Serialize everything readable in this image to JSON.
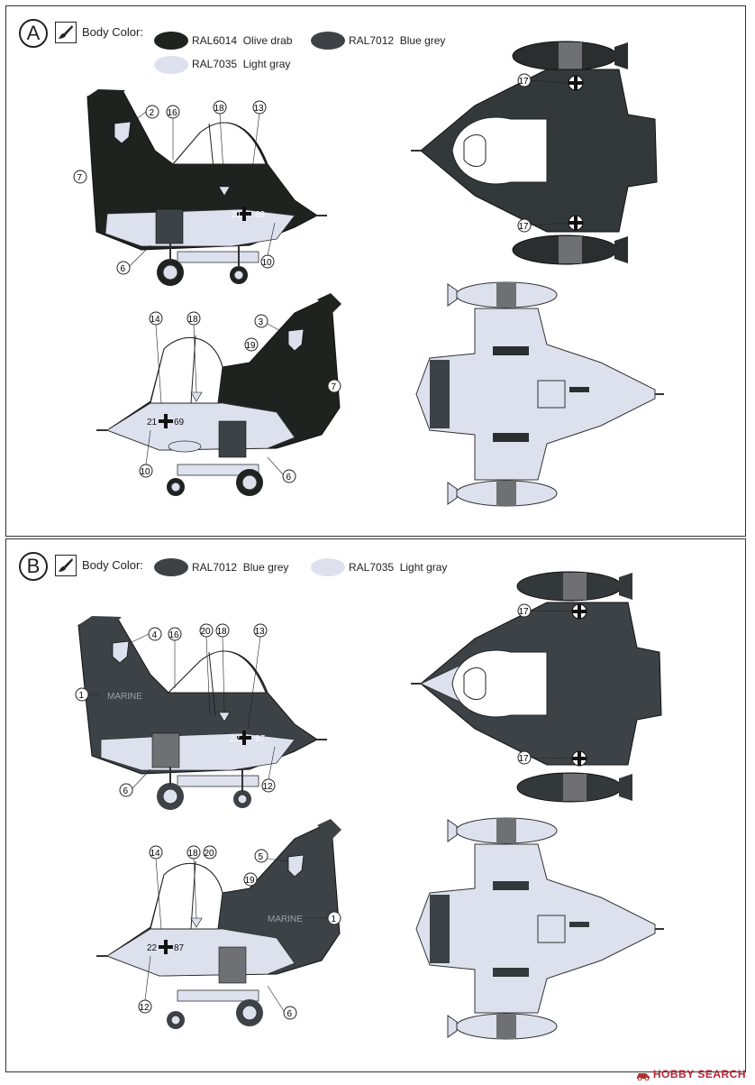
{
  "body_color_label": "Body Color:",
  "scheme_a": {
    "letter": "A",
    "colors": [
      {
        "code": "RAL6014",
        "name": "Olive drab",
        "hex": "#1f2320"
      },
      {
        "code": "RAL7012",
        "name": "Blue grey",
        "hex": "#3d4246"
      },
      {
        "code": "RAL7035",
        "name": "Light gray",
        "hex": "#dde1ee"
      }
    ],
    "callouts_left": [
      "2",
      "16",
      "18",
      "13",
      "7",
      "6",
      "10"
    ],
    "callouts_right": [
      "14",
      "18",
      "3",
      "19",
      "7",
      "10",
      "6"
    ],
    "callouts_top": [
      "17",
      "17"
    ],
    "fuselage_code_left": "21",
    "fuselage_code_right": "69"
  },
  "scheme_b": {
    "letter": "B",
    "colors": [
      {
        "code": "RAL7012",
        "name": "Blue grey",
        "hex": "#3d4246"
      },
      {
        "code": "RAL7035",
        "name": "Light gray",
        "hex": "#dde1ee"
      }
    ],
    "callouts_left": [
      "4",
      "16",
      "20",
      "18",
      "13",
      "1",
      "6",
      "12"
    ],
    "callouts_right": [
      "14",
      "18",
      "20",
      "5",
      "19",
      "1",
      "12",
      "6"
    ],
    "callouts_top": [
      "17",
      "17"
    ],
    "marine_text": "MARINE",
    "fuselage_code_left": "22",
    "fuselage_code_right": "87"
  },
  "watermark": {
    "text": "HOBBY SEARCH",
    "color": "#b23333"
  }
}
